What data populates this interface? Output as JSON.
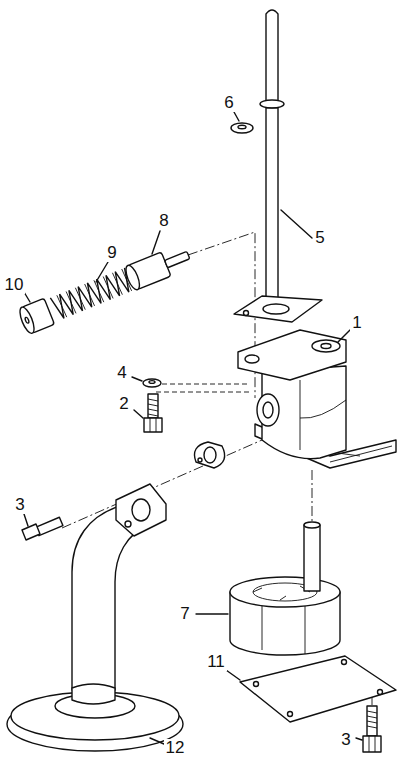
{
  "diagram": {
    "labels": [
      "6",
      "5",
      "10",
      "9",
      "8",
      "1",
      "4",
      "2",
      "3",
      "7",
      "11",
      "12",
      "3"
    ]
  }
}
